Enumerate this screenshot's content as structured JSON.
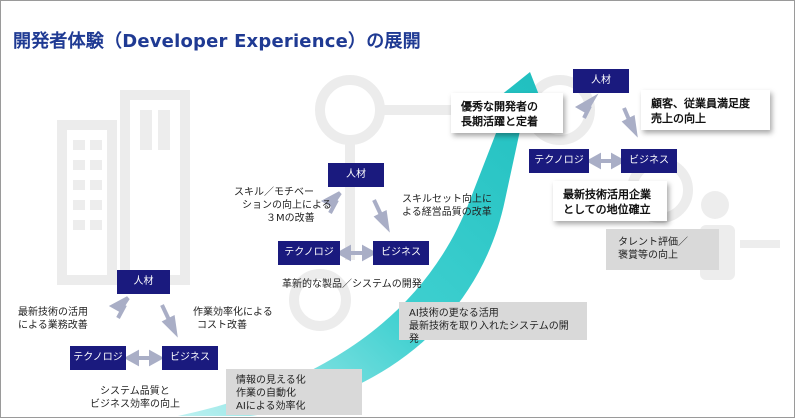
{
  "title": "開発者体験（Developer Experience）の展開",
  "colors": {
    "title": "#1f3a93",
    "node": "#1a1a7e",
    "arrow": "#a9aec6",
    "growth": "#2ec7c7",
    "graybox": "#d9d9d9"
  },
  "stages": [
    {
      "top": "人材",
      "left": "テクノロジ",
      "right": "ビジネス",
      "upper_left_text": [
        "最新技術の活用",
        "による業務改善"
      ],
      "upper_right_text": [
        "作業効率化による",
        "コスト改善"
      ],
      "bottom_text": [
        "システム品質と",
        "ビジネス効率の向上"
      ],
      "box": [
        "情報の見える化",
        "作業の自動化",
        "AIによる効率化"
      ]
    },
    {
      "top": "人材",
      "left": "テクノロジ",
      "right": "ビジネス",
      "upper_left_text": [
        "スキル／モチベー",
        "ションの向上による",
        "３Mの改善"
      ],
      "upper_right_text": [
        "スキルセット向上に",
        "よる経営品質の改革"
      ],
      "bottom_text": [
        "革新的な製品／システムの開発"
      ],
      "box": [
        "AI技術の更なる活用",
        "最新技術を取り入れたシステムの開発"
      ]
    },
    {
      "top": "人材",
      "left": "テクノロジ",
      "right": "ビジネス",
      "callout_left": [
        "優秀な開発者の",
        "長期活躍と定着"
      ],
      "callout_right": [
        "顧客、従業員満足度",
        "売上の向上"
      ],
      "callout_bottom": [
        "最新技術活用企業",
        "としての地位確立"
      ],
      "box": [
        "タレント評価／",
        "褒賞等の向上"
      ]
    }
  ]
}
